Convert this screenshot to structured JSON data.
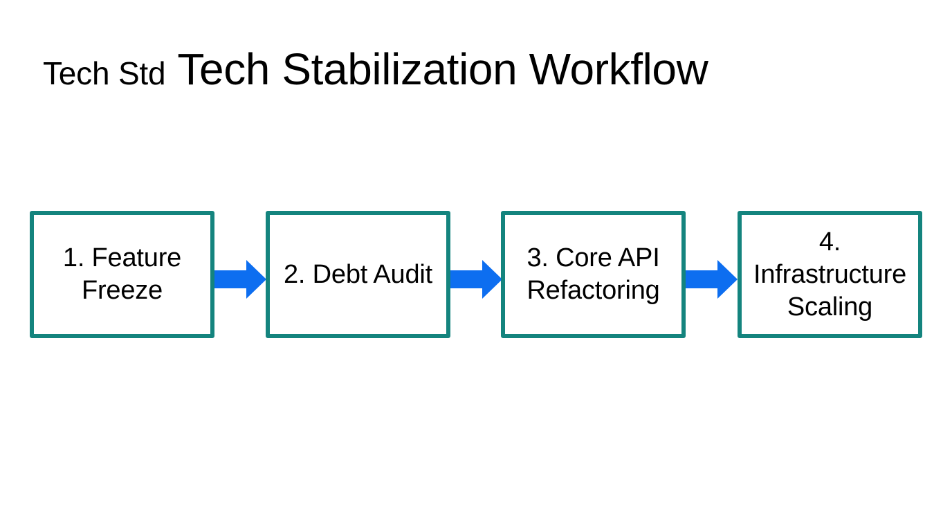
{
  "slide": {
    "background_color": "#FFFFFF",
    "title": {
      "prefix": "Tech Std",
      "main": "Tech Stabilization Workflow"
    },
    "theme": {
      "box_border_color": "#14847E",
      "box_fill_color": "#FFFFFF",
      "arrow_color": "#0D6EF0",
      "text_color": "#000000"
    },
    "flow": {
      "steps": [
        {
          "number": "1.",
          "name": "Feature Freeze",
          "label": "1. Feature Freeze"
        },
        {
          "number": "2.",
          "name": "Debt Audit",
          "label": "2. Debt Audit"
        },
        {
          "number": "3.",
          "name": "Core API Refactoring",
          "label": "3. Core API Refactoring"
        },
        {
          "number": "4.",
          "name": "Infrastructure Scaling",
          "label": "4. Infrastructure Scaling"
        }
      ],
      "connectors": [
        {
          "icon": "right-arrow-icon",
          "from": "1. Feature Freeze",
          "to": "2. Debt Audit"
        },
        {
          "icon": "right-arrow-icon",
          "from": "2. Debt Audit",
          "to": "3. Core API Refactoring"
        },
        {
          "icon": "right-arrow-icon",
          "from": "3. Core API Refactoring",
          "to": "4. Infrastructure Scaling"
        }
      ]
    }
  }
}
